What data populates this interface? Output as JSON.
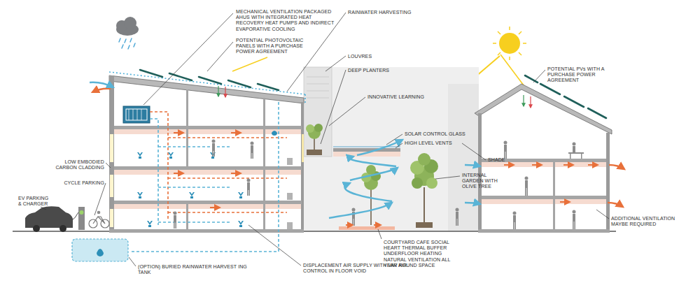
{
  "diagram": {
    "labels": [
      "MECHANICAL VENTILATION PACKAGED AHUS WITH INTEGRATED HEAT RECOVERY HEAT PUMPS AND INDIRECT EVAPORATIVE COOLING",
      "POTENTIAL PHOTOVOLTAIC PANELS WITH A PURCHASE POWER AGREEMENT",
      "RAINWATER HARVESTING",
      "LOUVRES",
      "DEEP PLANTERS",
      "INNOVATIVE LEARNING",
      "SOLAR CONTROL GLASS",
      "HIGH LEVEL VENTS",
      "SHADE",
      "INTERNAL GARDEN WITH OLIVE TREE",
      "POTENTIAL PVs WITH A PURCHASE POWER AGREEMENT",
      "ADDITIONAL VENTILATION MAYBE REQUIRED",
      "COURTYARD CAFE SOCIAL HEART THERMAL BUFFER UNDERFLOOR HEATING NATURAL VENTILATION ALL YEAR ROUND SPACE",
      "DISPLACEMENT AIR SUPPLY WITH VAV AIR CONTROL IN FLOOR VOID",
      "(OPTION) BURIED RAINWATER HARVEST ING TANK",
      "LOW EMBODIED CARBON CLADDING",
      "CYCLE PARKING",
      "EV PARKING & CHARGER"
    ]
  }
}
